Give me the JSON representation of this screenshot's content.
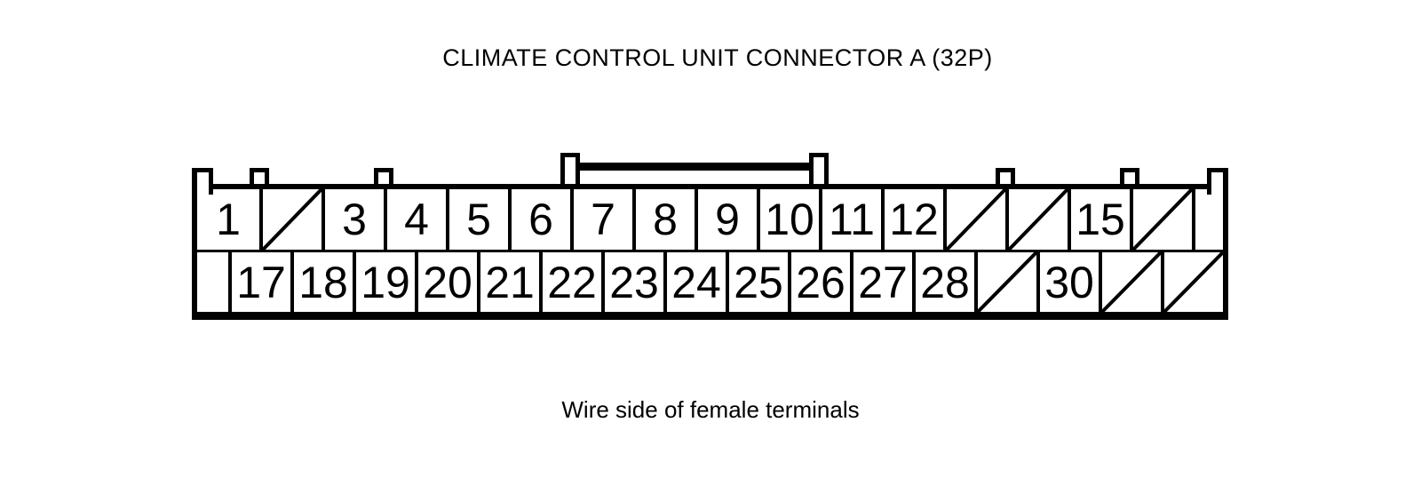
{
  "title": "CLIMATE CONTROL UNIT CONNECTOR A (32P)",
  "caption": "Wire side of female terminals",
  "colors": {
    "line": "#000000",
    "background": "#ffffff"
  },
  "connector": {
    "name": "Climate Control Unit Connector A",
    "pin_count_label": "32P",
    "rows": [
      {
        "cells": [
          {
            "pin": "1"
          },
          {
            "slash": true
          },
          {
            "pin": "3"
          },
          {
            "pin": "4"
          },
          {
            "pin": "5"
          },
          {
            "pin": "6"
          },
          {
            "pin": "7"
          },
          {
            "pin": "8"
          },
          {
            "pin": "9"
          },
          {
            "pin": "10"
          },
          {
            "pin": "11"
          },
          {
            "pin": "12"
          },
          {
            "slash": true
          },
          {
            "slash": true
          },
          {
            "pin": "15"
          },
          {
            "slash": true
          },
          {
            "narrow": true
          }
        ]
      },
      {
        "cells": [
          {
            "narrow": true
          },
          {
            "pin": "17"
          },
          {
            "pin": "18"
          },
          {
            "pin": "19"
          },
          {
            "pin": "20"
          },
          {
            "pin": "21"
          },
          {
            "pin": "22"
          },
          {
            "pin": "23"
          },
          {
            "pin": "24"
          },
          {
            "pin": "25"
          },
          {
            "pin": "26"
          },
          {
            "pin": "27"
          },
          {
            "pin": "28"
          },
          {
            "slash": true
          },
          {
            "pin": "30"
          },
          {
            "slash": true
          },
          {
            "slash": true
          }
        ]
      }
    ]
  }
}
